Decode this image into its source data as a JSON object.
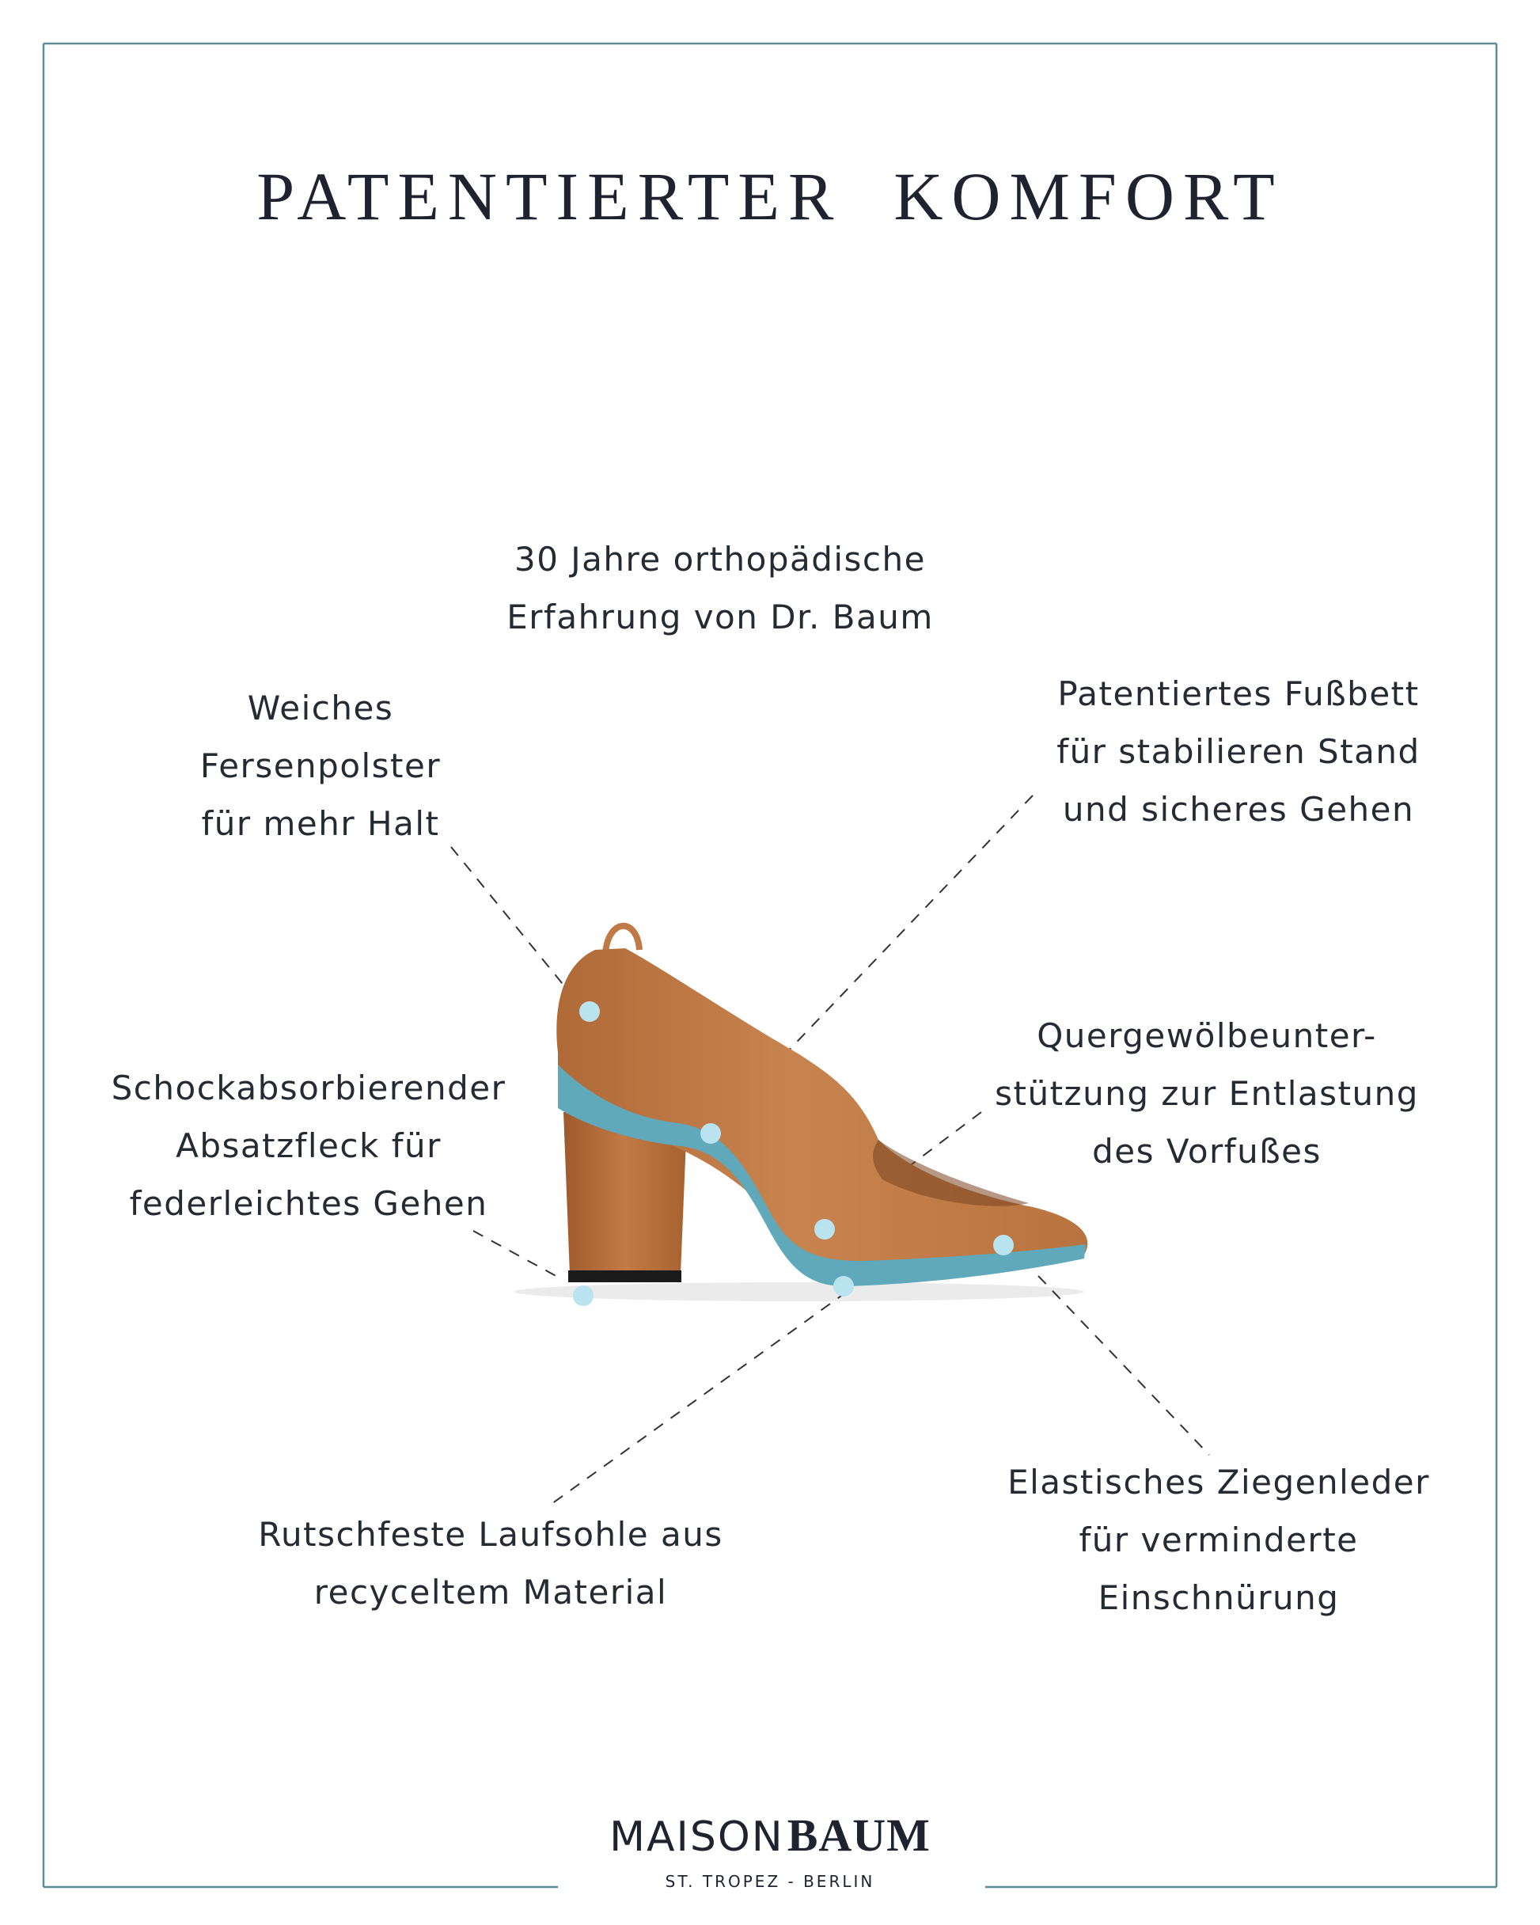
{
  "colors": {
    "frame": "#5c8a95",
    "text": "#262a33",
    "leather": "#c07a47",
    "cushion": "#5fa9bb",
    "dot": "#b9e3ef",
    "sole": "#1b1b1b"
  },
  "header": {
    "title_part1": "PATENTIERTER",
    "title_part2": "KOMFORT"
  },
  "callouts": {
    "experience": [
      "30 Jahre orthopädische",
      "Erfahrung von Dr. Baum"
    ],
    "heel_pad": [
      "Weiches",
      "Fersenpolster",
      "für mehr Halt"
    ],
    "footbed": [
      "Patentiertes Fußbett",
      "für stabilieren Stand",
      "und sicheres Gehen"
    ],
    "shock_absorbing": [
      "Schockabsorbierender",
      "Absatzfleck für",
      "federleichtes Gehen"
    ],
    "arch_support": [
      "Quergewölbeunter-",
      "stützung zur Entlastung",
      "des Vorfußes"
    ],
    "outsole": [
      "Rutschfeste Laufsohle aus",
      "recyceltem Material"
    ],
    "leather": [
      "Elastisches Ziegenleder",
      "für verminderte",
      "Einschnürung"
    ]
  },
  "brand": {
    "name_light": "MAISON",
    "name_bold": "BAUM",
    "tagline": "ST. TROPEZ - BERLIN"
  },
  "icons": {
    "product": "pump-shoe-illustration",
    "markers": "feature-dot-icon"
  }
}
